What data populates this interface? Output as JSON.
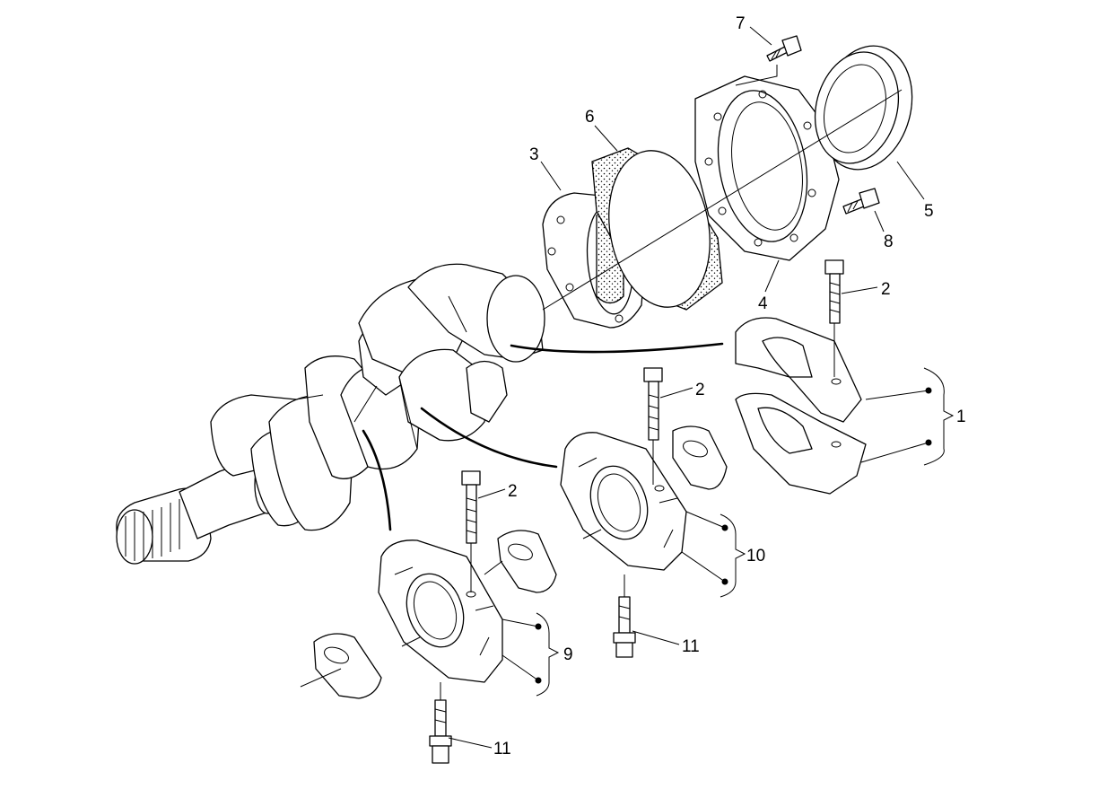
{
  "diagram": {
    "callouts": {
      "c1": "1",
      "c2a": "2",
      "c2b": "2",
      "c2c": "2",
      "c3": "3",
      "c4": "4",
      "c5": "5",
      "c6": "6",
      "c7": "7",
      "c8": "8",
      "c9": "9",
      "c10": "10",
      "c11a": "11",
      "c11b": "11"
    }
  }
}
